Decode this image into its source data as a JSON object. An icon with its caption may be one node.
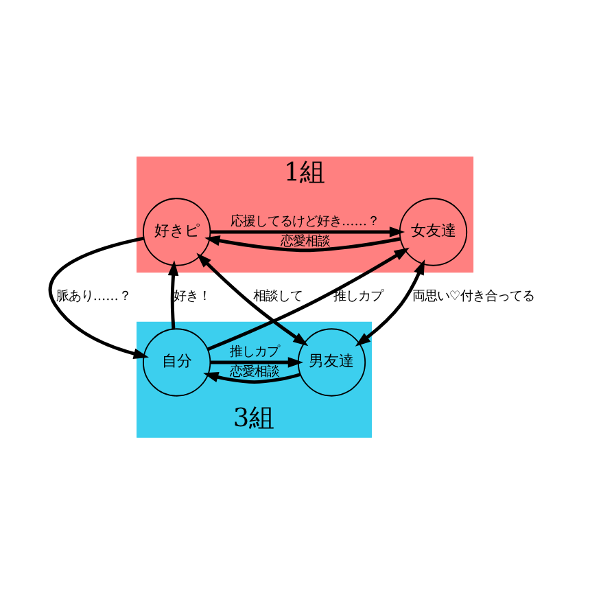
{
  "diagram": {
    "nodes": [
      {
        "text": [
          "1組"
        ]
      },
      {
        "text": [
          "好きピ"
        ],
        "in": 0
      },
      {
        "text": [
          "女友達"
        ],
        "in": 0
      },
      {
        "text": [
          "3組"
        ]
      },
      {
        "text": [
          "自分"
        ],
        "in": 3
      },
      {
        "text": [
          "男友達"
        ],
        "in": 3
      }
    ],
    "edges": [
      {
        "from": 2,
        "to": 1,
        "arrow": "to",
        "label": "恋愛相談"
      },
      {
        "from": 1,
        "to": 2,
        "arrow": "to",
        "label": "応援してるけど好き……？"
      },
      {
        "from": 1,
        "to": 4,
        "arrow": "to",
        "label": "脈あり……？"
      },
      {
        "from": 4,
        "to": 1,
        "arrow": "to",
        "label": "好き！"
      },
      {
        "from": 4,
        "to": 2,
        "arrow": "to",
        "label": "推しカプ"
      },
      {
        "from": 1,
        "to": 5,
        "arrow": "both",
        "label": "相談して"
      },
      {
        "from": 2,
        "to": 5,
        "arrow": "both",
        "label": "両思い♡付き合ってる"
      },
      {
        "from": 4,
        "to": 5,
        "arrow": "to",
        "label": "推しカプ"
      },
      {
        "from": 5,
        "to": 4,
        "arrow": "to",
        "label": "恋愛相談"
      }
    ]
  }
}
